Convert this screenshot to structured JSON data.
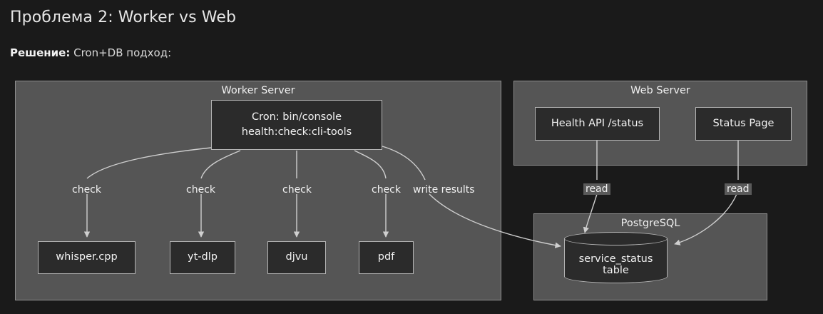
{
  "header": {
    "title": "Проблема 2: Worker vs Web",
    "solution_lead": "Решение:",
    "solution_text": "Cron+DB подход:"
  },
  "diagram": {
    "clusters": [
      {
        "id": "worker",
        "title": "Worker Server"
      },
      {
        "id": "web",
        "title": "Web Server"
      },
      {
        "id": "postgres",
        "title": "PostgreSQL"
      }
    ],
    "nodes": [
      {
        "id": "cron",
        "line1": "Cron: bin/console",
        "line2": "health:check:cli-tools",
        "cluster": "worker",
        "shape": "box"
      },
      {
        "id": "whisper",
        "label": "whisper.cpp",
        "cluster": "worker",
        "shape": "box"
      },
      {
        "id": "ytdlp",
        "label": "yt-dlp",
        "cluster": "worker",
        "shape": "box"
      },
      {
        "id": "djvu",
        "label": "djvu",
        "cluster": "worker",
        "shape": "box"
      },
      {
        "id": "pdf",
        "label": "pdf",
        "cluster": "worker",
        "shape": "box"
      },
      {
        "id": "health_api",
        "label": "Health API /status",
        "cluster": "web",
        "shape": "box"
      },
      {
        "id": "status_page",
        "label": "Status Page",
        "cluster": "web",
        "shape": "box"
      },
      {
        "id": "db_table",
        "label": "service_status table",
        "cluster": "postgres",
        "shape": "cylinder"
      }
    ],
    "edges": [
      {
        "from": "cron",
        "to": "whisper",
        "label": "check"
      },
      {
        "from": "cron",
        "to": "ytdlp",
        "label": "check"
      },
      {
        "from": "cron",
        "to": "djvu",
        "label": "check"
      },
      {
        "from": "cron",
        "to": "pdf",
        "label": "check"
      },
      {
        "from": "cron",
        "to": "db_table",
        "label": "write results"
      },
      {
        "from": "health_api",
        "to": "db_table",
        "label": "read"
      },
      {
        "from": "status_page",
        "to": "db_table",
        "label": "read"
      }
    ]
  },
  "colors": {
    "page_background": "#1a1a1a",
    "cluster_fill": "#555555",
    "cluster_border": "#8f8f8f",
    "node_fill": "#2b2b2b",
    "node_border": "#b4b4b4",
    "edge_stroke": "#cfcfcf",
    "text": "#f2f2f2"
  }
}
